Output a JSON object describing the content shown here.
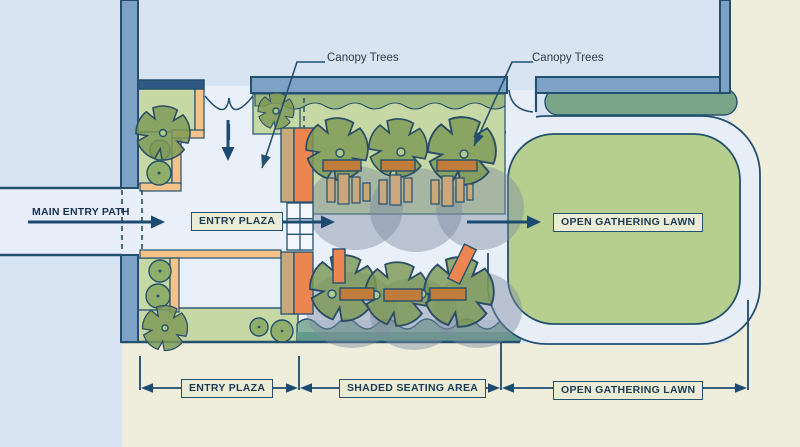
{
  "diagram": {
    "callouts": {
      "left": "Canopy Trees",
      "right": "Canopy Trees"
    },
    "labels": {
      "main_entry_path": "MAIN ENTRY PATH",
      "entry_plaza": "ENTRY PLAZA",
      "open_gathering_lawn": "OPEN GATHERING LAWN"
    },
    "dimension_labels": [
      "ENTRY PLAZA",
      "SHADED SEATING AREA",
      "OPEN GATHERING LAWN"
    ],
    "colors": {
      "outline_navy": "#24506f",
      "wall_blue": "#7ea2c6",
      "background_blue": "#d9e4f3",
      "background_cream": "#efeedd",
      "plaza_paving": "#eaf0f9",
      "planting_green": "#c6d9a4",
      "canopy_green": "#7c9954",
      "lawn_green": "#b6cf8f",
      "hedge_green": "#9cb87e",
      "hedge_teal": "#8ab1a0",
      "bench_orange": "#ec8550",
      "bench_brown": "#c17c3c",
      "furniture_tan": "#cba87b",
      "trim_peach": "#f5c289",
      "label_box_fill": "#eaecd6"
    }
  }
}
